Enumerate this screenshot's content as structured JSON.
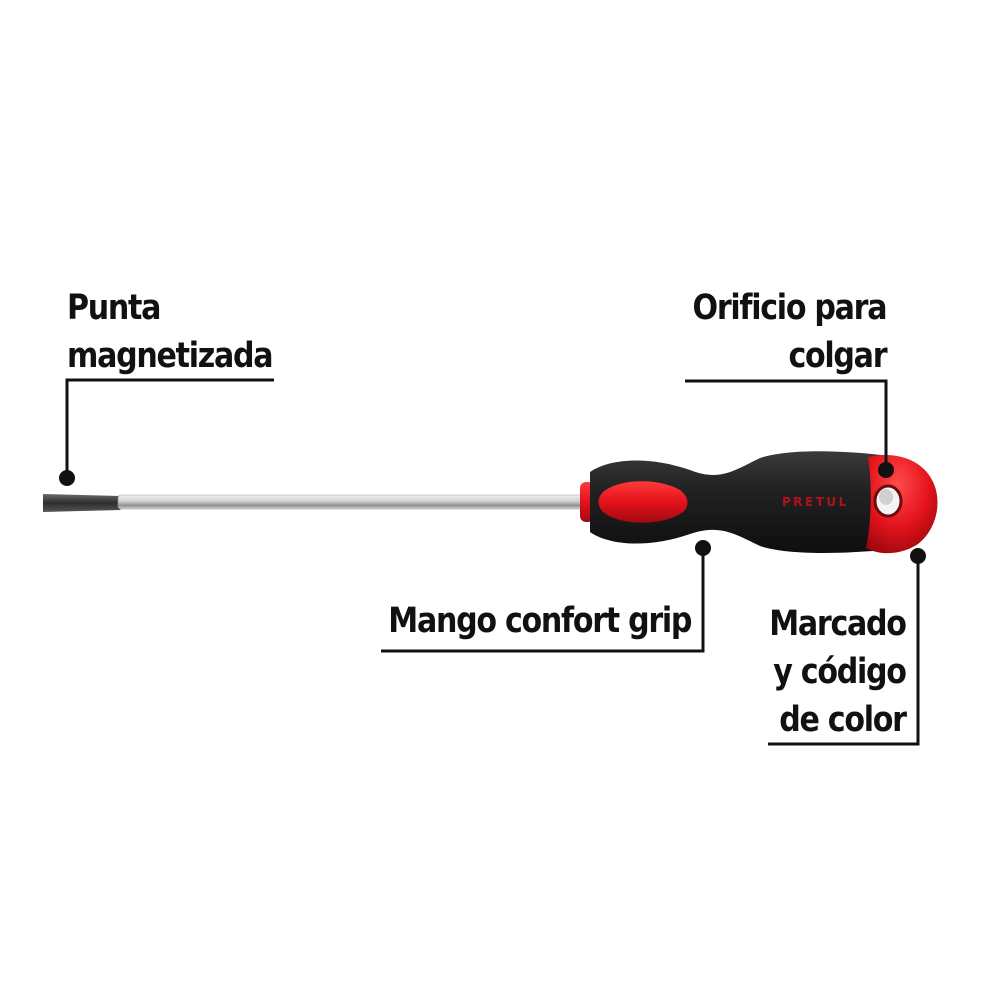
{
  "brand": {
    "logo_text": "PRETUL",
    "colors": {
      "handle_red": "#e3121b",
      "handle_black": "#1c1c1c",
      "shaft_steel": "#b8b8b8",
      "callout_line": "#111111"
    }
  },
  "callouts": {
    "tip": {
      "lines": [
        "Punta",
        "magnetizada"
      ]
    },
    "hanging_hole": {
      "lines": [
        "Orificio para",
        "colgar"
      ]
    },
    "grip": {
      "lines": [
        "Mango confort grip"
      ]
    },
    "color_code": {
      "lines": [
        "Marcado",
        "y código",
        "de color"
      ]
    }
  }
}
